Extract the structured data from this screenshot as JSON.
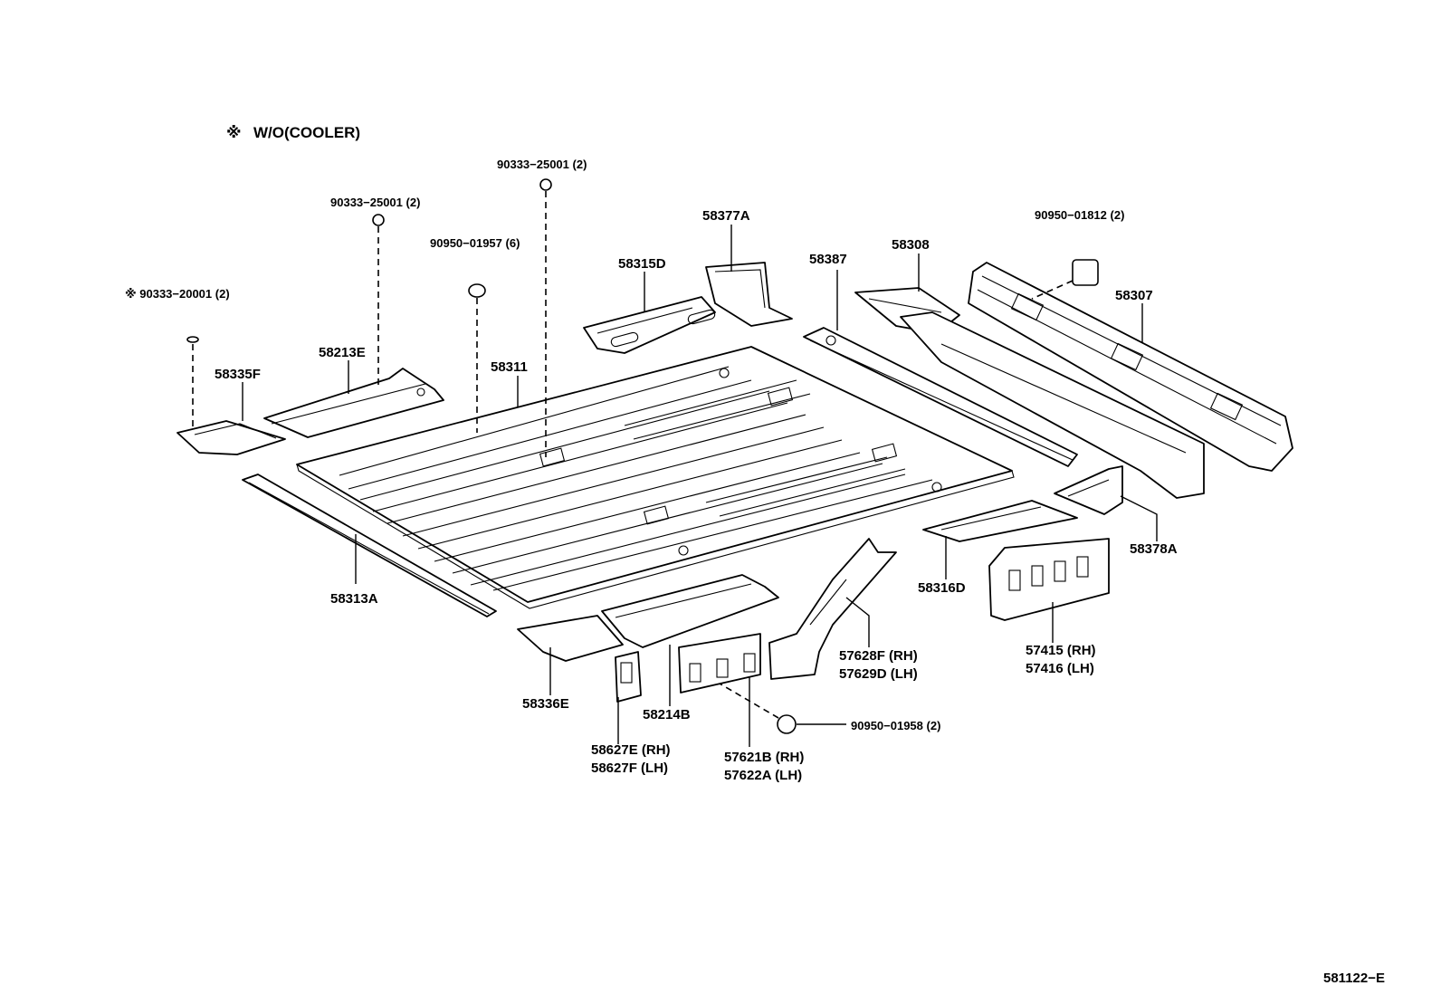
{
  "note": {
    "symbol": "※",
    "text": "W/O(COOLER)"
  },
  "labels": {
    "p90333_25001_a": "90333−25001 (2)",
    "p90333_25001_b": "90333−25001 (2)",
    "p90950_01957": "90950−01957 (6)",
    "p90333_20001": "※ 90333−20001 (2)",
    "p58335F": "58335F",
    "p58213E": "58213E",
    "p58311": "58311",
    "p58313A": "58313A",
    "p58315D": "58315D",
    "p58377A": "58377A",
    "p58387": "58387",
    "p58308": "58308",
    "p90950_01812": "90950−01812 (2)",
    "p58307": "58307",
    "p58378A": "58378A",
    "p58316D": "58316D",
    "p57415_rh": "57415 (RH)",
    "p57416_lh": "57416 (LH)",
    "p57628F_rh": "57628F (RH)",
    "p57629D_lh": "57629D (LH)",
    "p58336E": "58336E",
    "p58214B": "58214B",
    "p58627E_rh": "58627E (RH)",
    "p58627F_lh": "58627F (LH)",
    "p57621B_rh": "57621B (RH)",
    "p57622A_lh": "57622A (LH)",
    "p90950_01958": "90950−01958 (2)"
  },
  "figure_code": "581122−E"
}
